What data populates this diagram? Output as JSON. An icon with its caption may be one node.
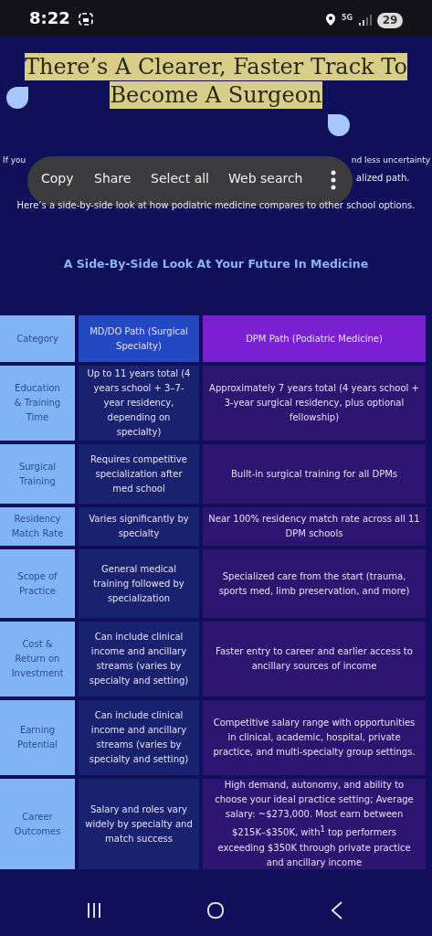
{
  "diagram": {
    "title": "There’s A Clearer, Faster Track To Become A Surgeon",
    "labels": [
      "8:22",
      "5G",
      "29",
      "If you",
      "nd less uncertainty",
      "alized path.",
      "Copy",
      "Share",
      "Select all",
      "Web search",
      "Here’s a side-by-side look at how podiatric medicine compares to other school options.",
      "A Side-By-Side Look At Your Future In Medicine",
      "Category",
      "MD/DO Path (Surgical Specialty)",
      "DPM Path (Podiatric Medicine)",
      "Education & Training Time",
      "Up to 11 years total (4 years school + 3–7-year residency, depending on specialty)",
      "Approximately 7 years total (4 years school + 3-year surgical residency, plus optional fellowship)",
      "Surgical Training",
      "Requires competitive specialization after med school",
      "Built-in surgical training for all DPMs",
      "Residency Match Rate",
      "Varies significantly by specialty",
      "Near 100% residency match rate across all 11 DPM schools",
      "Scope of Practice",
      "General medical training followed by specialization",
      "Specialized care from the start (trauma, sports med, limb preservation, and more)",
      "Cost & Return on Investment",
      "Can include clinical income and ancillary streams (varies by specialty and setting)",
      "Faster entry to career and earlier access to ancillary sources of income",
      "Earning Potential",
      "Can include clinical income and ancillary streams (varies by specialty and setting)",
      "Competitive salary range with opportunities in clinical, academic, hospital, private practice, and multi-specialty group settings.",
      "Career Outcomes",
      "Salary and roles vary widely by specialty and match success",
      "High demand, autonomy, and ability to choose your ideal practice setting; Average salary: ~$273,000. Most earn between $215K–$350K, with$^{1}$ top performers exceeding $350K through private practice and ancillary income"
    ]
  }
}
